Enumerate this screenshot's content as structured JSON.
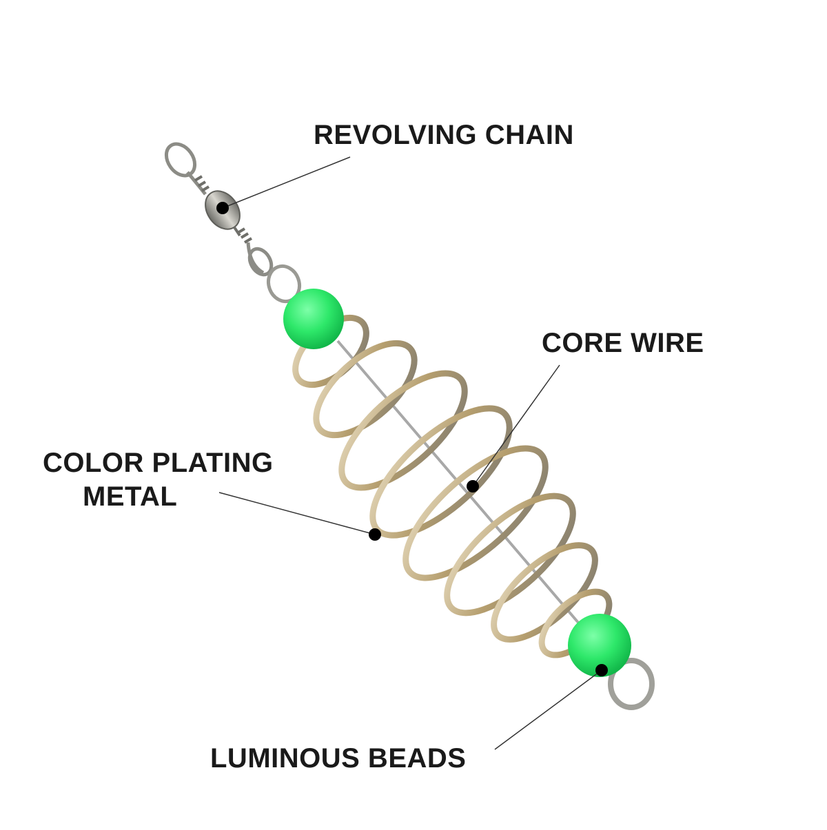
{
  "labels": {
    "revolving_chain": "REVOLVING CHAIN",
    "core_wire": "CORE WIRE",
    "color_plating_line1": "COLOR PLATING",
    "color_plating_line2": "METAL",
    "luminous_beads": "LUMINOUS BEADS"
  },
  "colors": {
    "background": "#ffffff",
    "label_text": "#1a1a1a",
    "leader_line": "#333333",
    "marker_dot": "#000000",
    "bead_green": "#2ee86a",
    "spring_metal": "#c9b58a",
    "core_wire": "#a8a8a8",
    "swivel_metal": "#8c8c86"
  }
}
